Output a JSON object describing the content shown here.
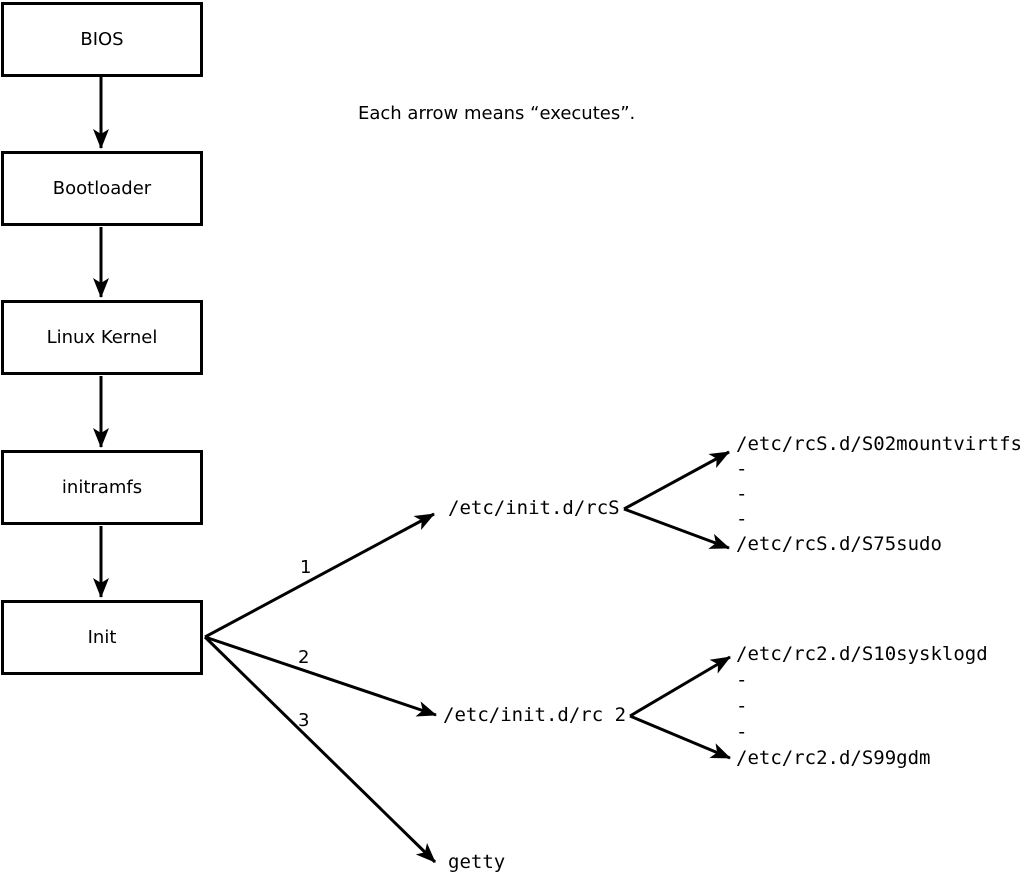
{
  "caption": "Each arrow means “executes”.",
  "boxes": [
    {
      "label": "BIOS"
    },
    {
      "label": "Bootloader"
    },
    {
      "label": "Linux Kernel"
    },
    {
      "label": "initramfs"
    },
    {
      "label": "Init"
    }
  ],
  "init_branches": [
    {
      "number": "1",
      "target": "/etc/init.d/rcS"
    },
    {
      "number": "2",
      "target": "/etc/init.d/rc 2"
    },
    {
      "number": "3",
      "target": "getty"
    }
  ],
  "rcS_scripts": [
    "/etc/rcS.d/S02mountvirtfs",
    "-",
    "-",
    "-",
    "/etc/rcS.d/S75sudo"
  ],
  "rc2_scripts": [
    "/etc/rc2.d/S10sysklogd",
    "-",
    "-",
    "-",
    "/etc/rc2.d/S99gdm"
  ],
  "colors": {
    "line": "#000000",
    "background": "#ffffff"
  }
}
